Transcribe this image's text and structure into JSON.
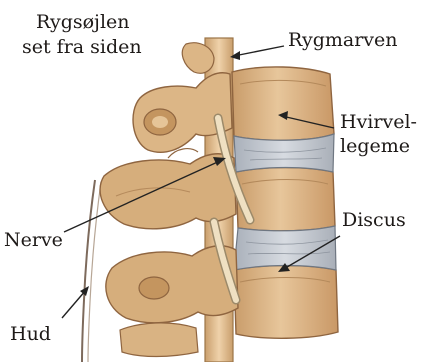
{
  "title_lines": [
    "Rygsøjlen",
    "set fra siden"
  ],
  "labels": {
    "spinal_cord": "Rygmarven",
    "vertebral_body_line1": "Hvirvel-",
    "vertebral_body_line2": "legeme",
    "nerve": "Nerve",
    "disc": "Discus",
    "skin": "Hud"
  },
  "colors": {
    "bone": "#e2bf93",
    "bone_shadow": "#c89a68",
    "bone_dark": "#a97a4c",
    "disc": "#c7ccd4",
    "disc_line": "#8d949e",
    "cord": "#e8c79c",
    "nerve": "#efe0c2"
  }
}
